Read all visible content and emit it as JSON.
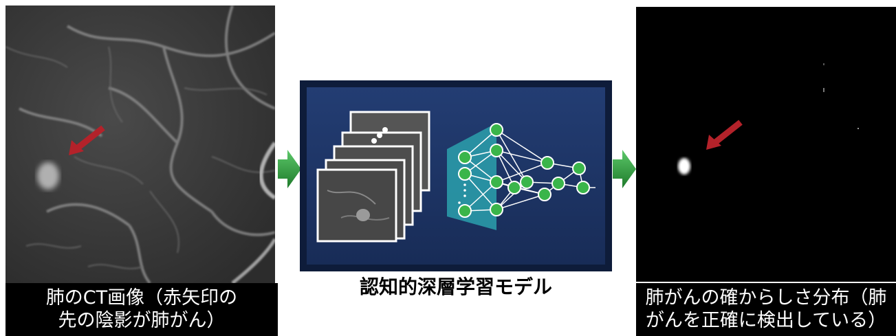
{
  "figure": {
    "ct_caption_line1": "肺のCT画像（赤矢印の",
    "ct_caption_line2": "先の陰影が肺がん）",
    "model_caption": "認知的深層学習モデル",
    "output_caption_line1": "肺がんの確からしさ分布（肺",
    "output_caption_line2": "がんを正確に検出している）"
  },
  "colors": {
    "indicator_arrow": "#b3222a",
    "flow_arrow": "#2e9a3a",
    "model_background": "#1e3566",
    "neural_node": "#3ab54a",
    "network_panel": "#2a9aa8"
  },
  "icons": {
    "ct_indicator": "red-arrow-icon",
    "output_indicator": "red-arrow-icon",
    "flow_1": "green-arrow-icon",
    "flow_2": "green-arrow-icon"
  }
}
